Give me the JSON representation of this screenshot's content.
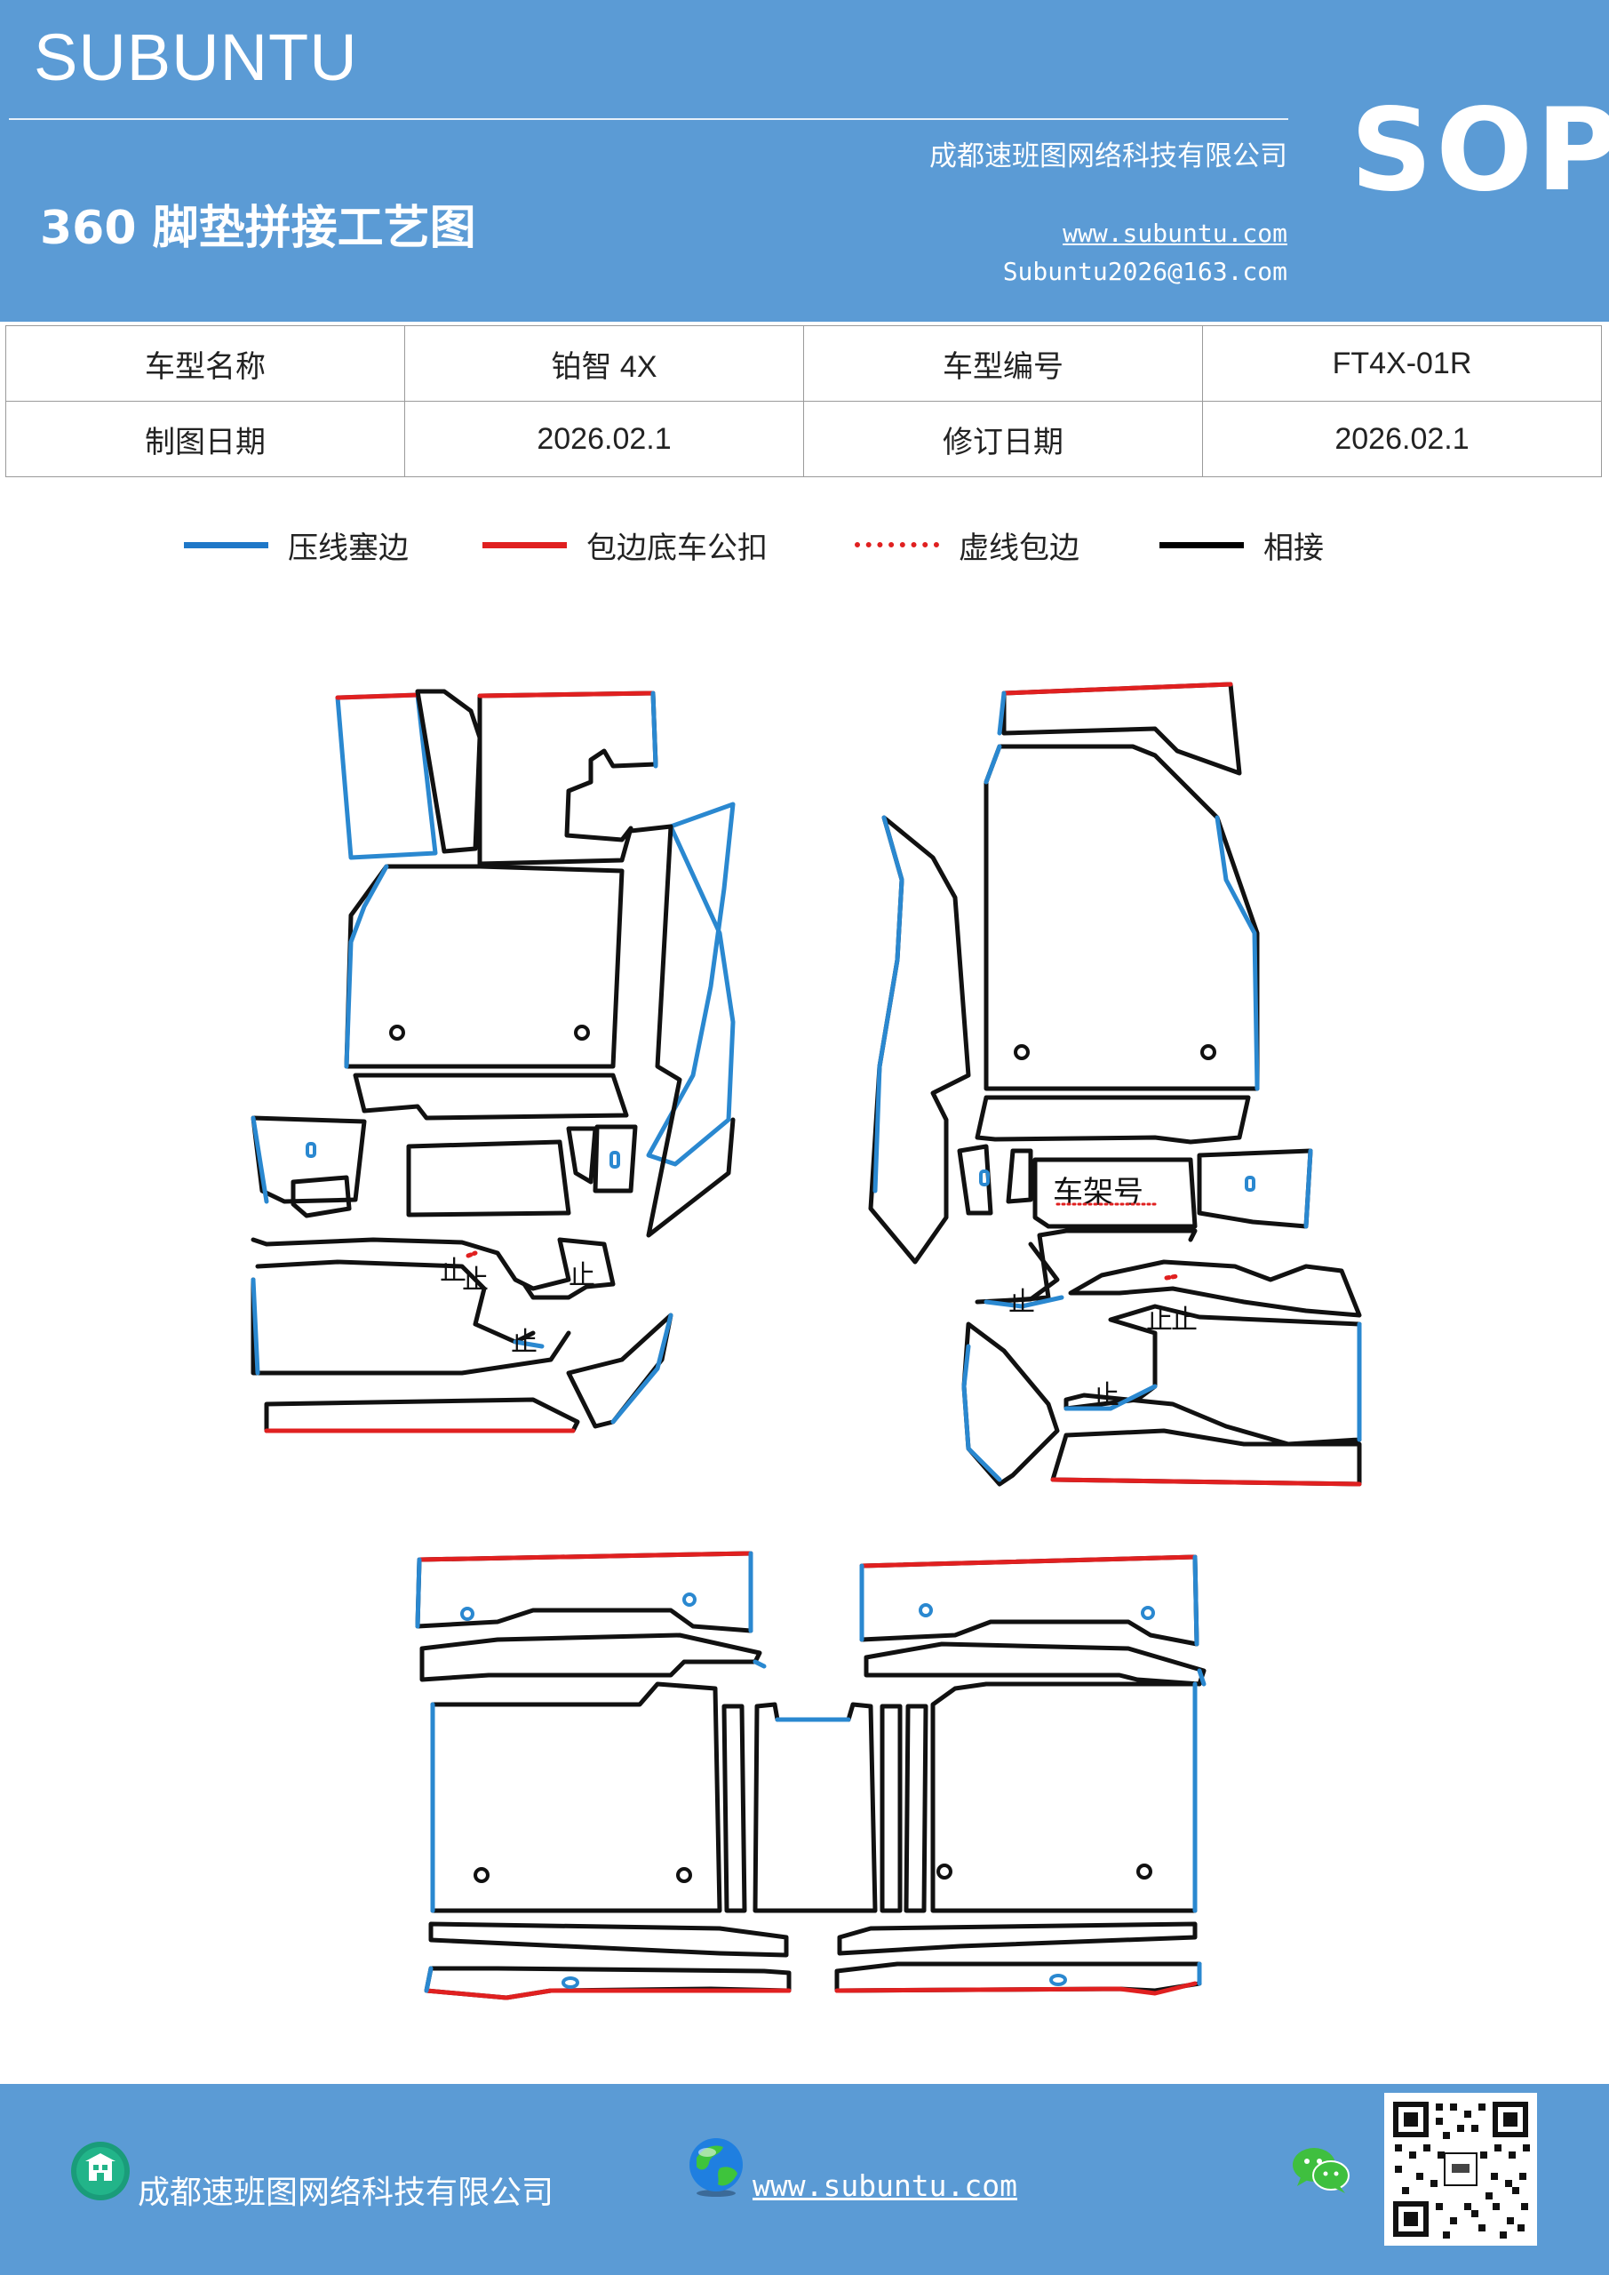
{
  "header": {
    "brand": "SUBUNTU",
    "sop": "SOP",
    "title": "360 脚垫拼接工艺图",
    "company": "成都速班图网络科技有限公司",
    "website": "www.subuntu.com",
    "email": "Subuntu2026@163.com",
    "background_color": "#5b9bd5"
  },
  "info_table": {
    "rows": [
      {
        "label1": "车型名称",
        "value1": "铂智 4X",
        "label2": "车型编号",
        "value2": "FT4X-01R"
      },
      {
        "label1": "制图日期",
        "value1": "2026.02.1",
        "label2": "修订日期",
        "value2": "2026.02.1"
      }
    ]
  },
  "legend": [
    {
      "label": "压线塞边",
      "color": "#1f78c8",
      "style": "solid"
    },
    {
      "label": "包边底车公扣",
      "color": "#e02020",
      "style": "solid"
    },
    {
      "label": "虚线包边",
      "color": "#e02020",
      "style": "dotted"
    },
    {
      "label": "相接",
      "color": "#000000",
      "style": "solid"
    }
  ],
  "diagram": {
    "frame_label": "车架号",
    "stop_mark": "止",
    "colors": {
      "press": "#2a88d0",
      "wrap": "#e02020",
      "join": "#111111"
    }
  },
  "footer": {
    "company": "成都速班图网络科技有限公司",
    "website": "www.subuntu.com",
    "company_icon": "building-icon",
    "web_icon": "globe-icon",
    "wechat_icon": "wechat-icon",
    "qr_icon": "qr-code-icon"
  }
}
